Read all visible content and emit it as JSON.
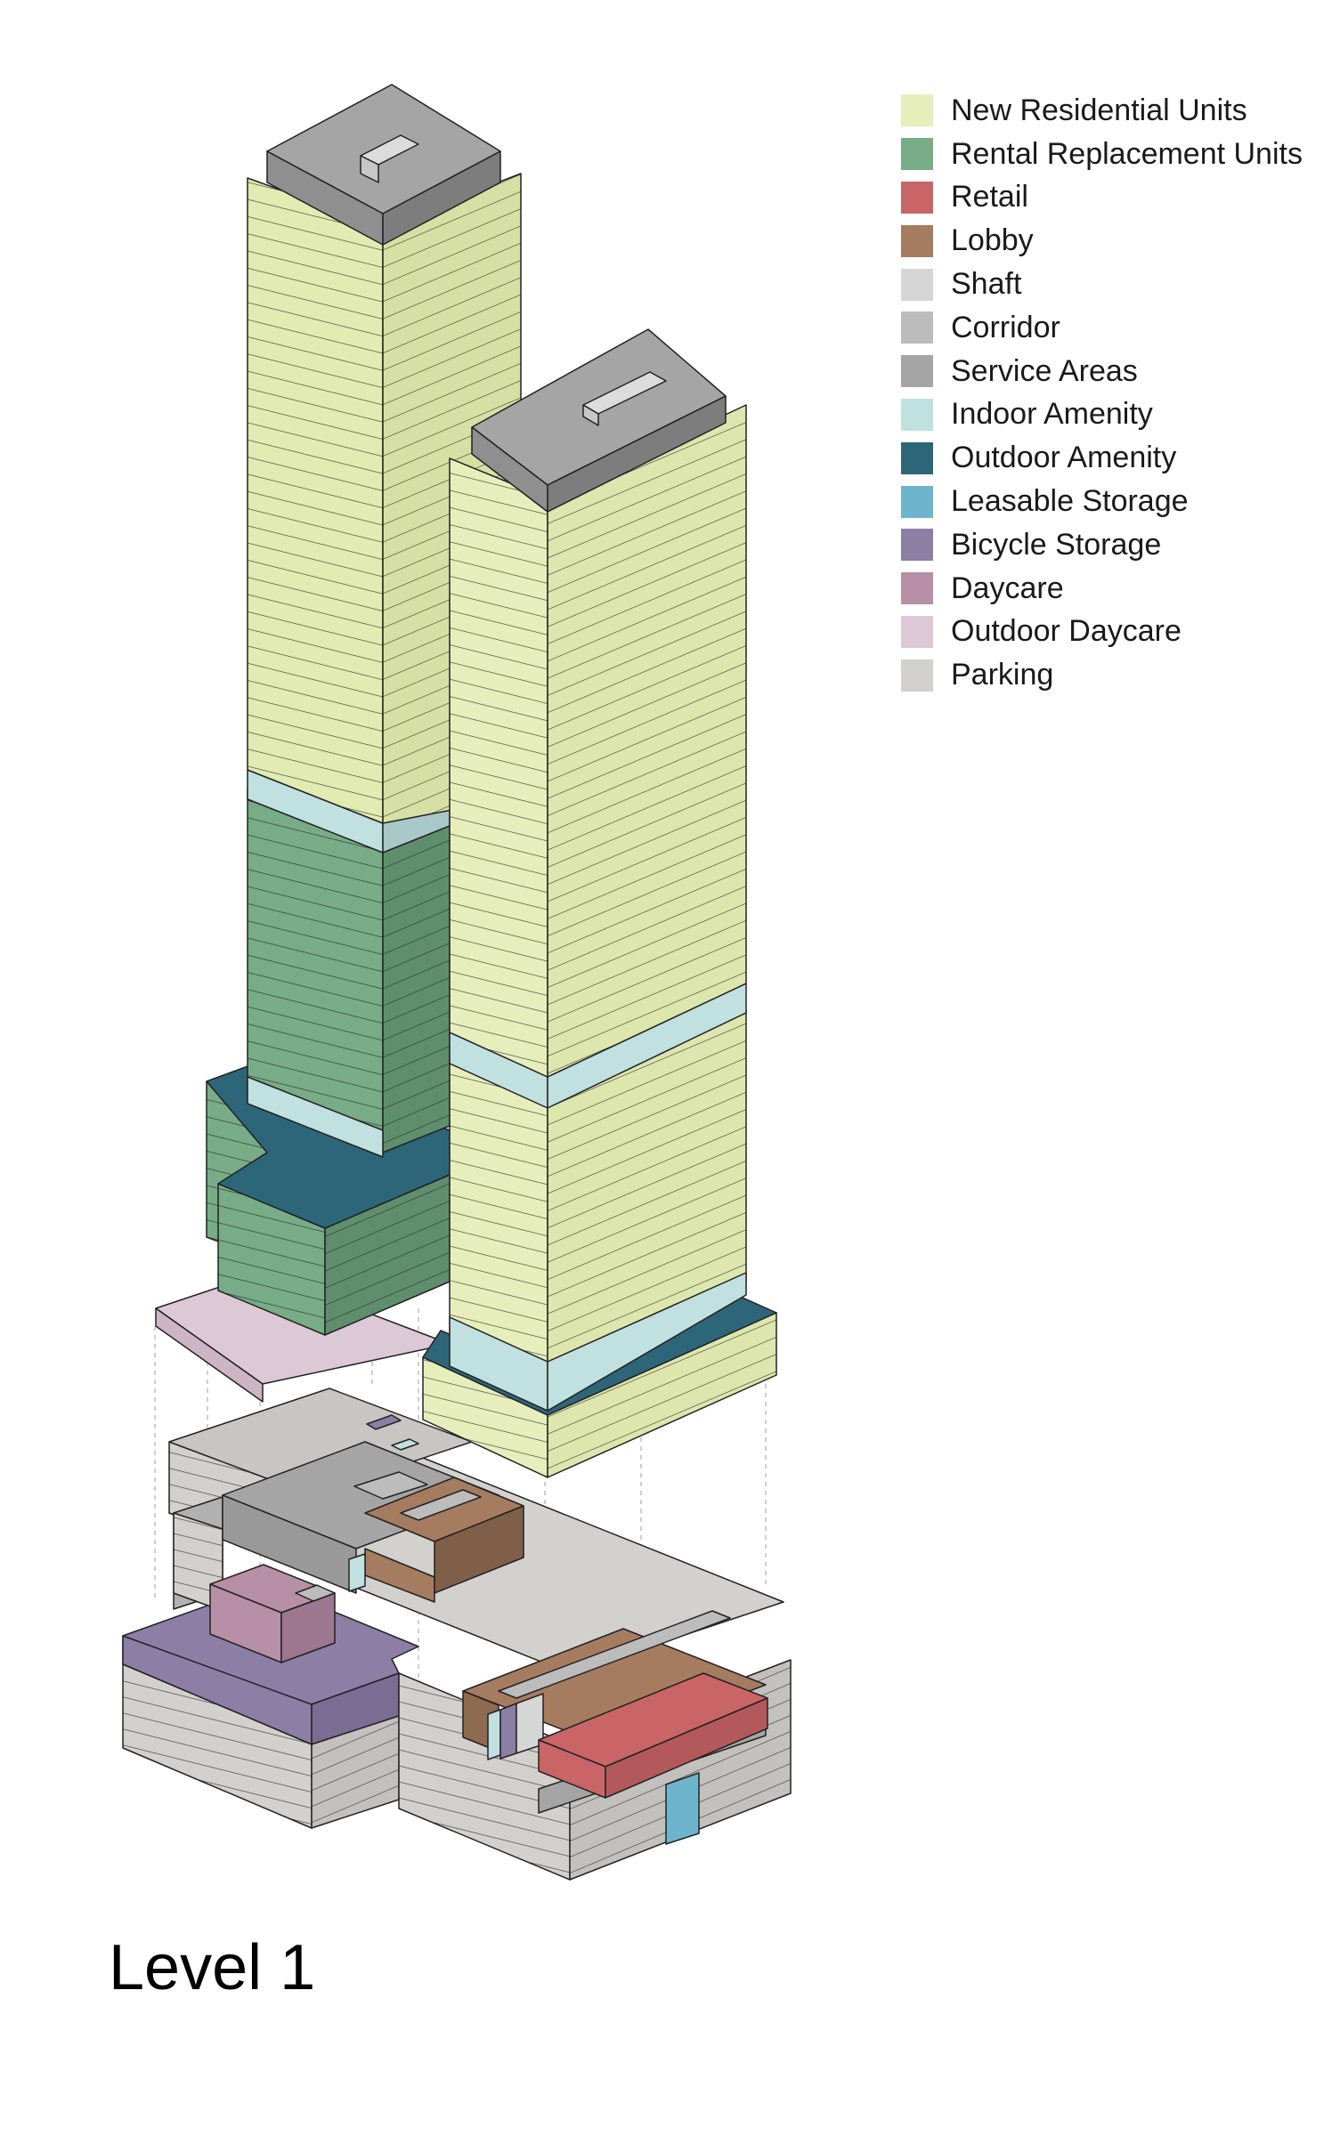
{
  "legend": [
    {
      "label": "New Residential Units",
      "color": "#e6efbb"
    },
    {
      "label": "Rental Replacement Units",
      "color": "#77ac86"
    },
    {
      "label": "Retail",
      "color": "#c96567"
    },
    {
      "label": "Lobby",
      "color": "#a57c60"
    },
    {
      "label": "Shaft",
      "color": "#d6d6d6"
    },
    {
      "label": "Corridor",
      "color": "#bcbcbc"
    },
    {
      "label": "Service Areas",
      "color": "#a5a5a5"
    },
    {
      "label": "Indoor Amenity",
      "color": "#c1e0e0"
    },
    {
      "label": "Outdoor Amenity",
      "color": "#2d6679"
    },
    {
      "label": "Leasable Storage",
      "color": "#6eb4cd"
    },
    {
      "label": "Bicycle Storage",
      "color": "#8c7ea5"
    },
    {
      "label": "Daycare",
      "color": "#b78fa6"
    },
    {
      "label": "Outdoor Daycare",
      "color": "#ddc9d6"
    },
    {
      "label": "Parking",
      "color": "#d3d1cd"
    }
  ],
  "level_title": "Level 1"
}
